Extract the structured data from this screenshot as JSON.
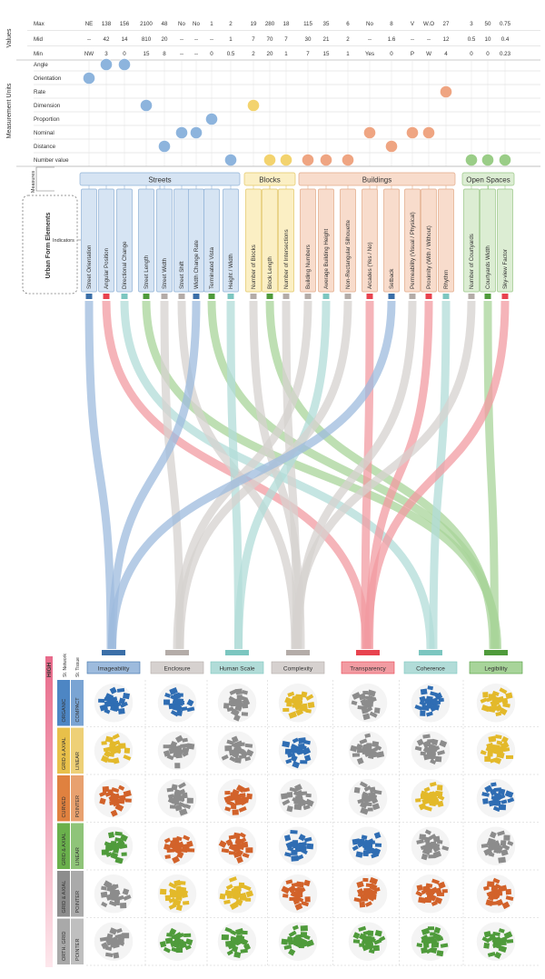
{
  "values_table": {
    "label": "Values",
    "rows": [
      {
        "name": "Max",
        "cells": [
          "NE",
          "138",
          "156",
          "2100",
          "48",
          "No",
          "No",
          "1",
          "2",
          "19",
          "280",
          "18",
          "115",
          "35",
          "6",
          "No",
          "8",
          "V",
          "W.O",
          "27",
          "3",
          "50",
          "0.75"
        ]
      },
      {
        "name": "Mid",
        "cells": [
          "--",
          "42",
          "14",
          "810",
          "20",
          "--",
          "--",
          "--",
          "1",
          "7",
          "70",
          "7",
          "30",
          "21",
          "2",
          "--",
          "1.6",
          "--",
          "--",
          "12",
          "0.5",
          "10",
          "0.4"
        ]
      },
      {
        "name": "Min",
        "cells": [
          "NW",
          "3",
          "0",
          "15",
          "8",
          "--",
          "--",
          "0",
          "0.5",
          "2",
          "20",
          "1",
          "7",
          "15",
          "1",
          "Yes",
          "0",
          "P",
          "W",
          "4",
          "0",
          "0",
          "0.23"
        ]
      }
    ]
  },
  "units": {
    "label": "Measurement Units",
    "rows": [
      "Angle",
      "Orientation",
      "Rate",
      "Dimension",
      "Proportion",
      "Nominal",
      "Distance",
      "Number value"
    ],
    "dots": [
      {
        "row": 0,
        "cols": [
          1,
          2
        ]
      },
      {
        "row": 1,
        "cols": [
          0
        ]
      },
      {
        "row": 2,
        "cols": [
          19
        ]
      },
      {
        "row": 3,
        "cols": [
          3,
          9
        ]
      },
      {
        "row": 4,
        "cols": [
          7
        ]
      },
      {
        "row": 5,
        "cols": [
          5,
          6,
          15,
          17,
          18
        ]
      },
      {
        "row": 6,
        "cols": [
          4,
          16
        ]
      },
      {
        "row": 7,
        "cols": [
          8,
          10,
          11,
          12,
          13,
          14,
          20,
          21,
          22
        ]
      }
    ]
  },
  "side_labels": {
    "measures": "Measures",
    "indicators": "Indicators",
    "urban_form": "Urban Form Elements"
  },
  "groups": [
    {
      "name": "Streets",
      "start": 0,
      "end": 8,
      "fill": "#d6e4f3",
      "stroke": "#8fb1d6"
    },
    {
      "name": "Blocks",
      "start": 9,
      "end": 11,
      "fill": "#fbefc4",
      "stroke": "#e3c766"
    },
    {
      "name": "Buildings",
      "start": 12,
      "end": 19,
      "fill": "#f8dccc",
      "stroke": "#e2a987"
    },
    {
      "name": "Open Spaces",
      "start": 20,
      "end": 22,
      "fill": "#dcedd3",
      "stroke": "#99c686"
    }
  ],
  "indicators": [
    {
      "label": "Street Orientation",
      "quality": 0
    },
    {
      "label": "Angular Position",
      "quality": 4
    },
    {
      "label": "Directional Change",
      "quality": 5
    },
    {
      "label": "Street Length",
      "quality": 6
    },
    {
      "label": "Street Width",
      "quality": 1
    },
    {
      "label": "Street Shift",
      "quality": 3
    },
    {
      "label": "Width Change Rate",
      "quality": 0
    },
    {
      "label": "Terminated Vista",
      "quality": 6
    },
    {
      "label": "Height / Width",
      "quality": 2
    },
    {
      "label": "Number of Blocks",
      "quality": 3
    },
    {
      "label": "Block Length",
      "quality": 6
    },
    {
      "label": "Number of Intersections",
      "quality": 3
    },
    {
      "label": "Building Numbers",
      "quality": 1
    },
    {
      "label": "Average Building Height",
      "quality": 2
    },
    {
      "label": "Non-Rectangular Silhouette",
      "quality": 1
    },
    {
      "label": "Arcades (Yes / No)",
      "quality": 4
    },
    {
      "label": "Setback",
      "quality": 0
    },
    {
      "label": "Permeability (Visual / Physical)",
      "quality": 3
    },
    {
      "label": "Proximity (With / Without)",
      "quality": 4
    },
    {
      "label": "Rhythm",
      "quality": 5
    },
    {
      "label": "Number of Courtyards",
      "quality": 3
    },
    {
      "label": "Courtyards Width",
      "quality": 6
    },
    {
      "label": "Sky-view Factor",
      "quality": 4
    }
  ],
  "qualities": [
    {
      "name": "Imageability",
      "color": "#3b6fa8",
      "light": "#9dbbdd"
    },
    {
      "name": "Enclosure",
      "color": "#b4aca8",
      "light": "#d6d1cf"
    },
    {
      "name": "Human Scale",
      "color": "#7cc6c0",
      "light": "#b1dcd8"
    },
    {
      "name": "Complexity",
      "color": "#b4aca8",
      "light": "#d6d1cf"
    },
    {
      "name": "Transparency",
      "color": "#e8434f",
      "light": "#f29ba2"
    },
    {
      "name": "Coherence",
      "color": "#7cc6c0",
      "light": "#b1dcd8"
    },
    {
      "name": "Legibility",
      "color": "#4f9b3b",
      "light": "#a8d49a"
    }
  ],
  "matrix": {
    "high_label": "HIGH",
    "header_a": "St. Network",
    "header_b": "St. Tissue",
    "rows": [
      {
        "a": "ORGANIC",
        "b": "COMPACT",
        "color": "#4d86c4",
        "cells": [
          "blue",
          "blue",
          "gray",
          "yellow",
          "gray",
          "blue",
          "yellow"
        ]
      },
      {
        "a": "GRID & AXIAL",
        "b": "LINEAR",
        "color": "#e8c04a",
        "cells": [
          "yellow",
          "gray",
          "gray",
          "blue",
          "gray",
          "gray",
          "yellow"
        ]
      },
      {
        "a": "CURVED",
        "b": "POINTER",
        "color": "#e0813f",
        "cells": [
          "orange",
          "gray",
          "orange",
          "gray",
          "gray",
          "yellow",
          "blue"
        ]
      },
      {
        "a": "GRID & AXIAL",
        "b": "LINEAR",
        "color": "#6ab04c",
        "cells": [
          "green",
          "orange",
          "orange",
          "blue",
          "blue",
          "gray",
          "gray"
        ]
      },
      {
        "a": "GRID & AXIAL",
        "b": "POINTER",
        "color": "#8d8d8d",
        "cells": [
          "gray",
          "yellow",
          "yellow",
          "orange",
          "orange",
          "orange",
          "orange"
        ]
      },
      {
        "a": "ORTH. GRID",
        "b": "POINTER",
        "color": "#a9a9a9",
        "cells": [
          "gray",
          "green",
          "green",
          "green",
          "green",
          "green",
          "green"
        ]
      }
    ]
  },
  "palette": {
    "blue": "#2f6db3",
    "yellow": "#e3b92a",
    "orange": "#d2622a",
    "green": "#4f9b3b",
    "gray": "#8c8c8c"
  }
}
